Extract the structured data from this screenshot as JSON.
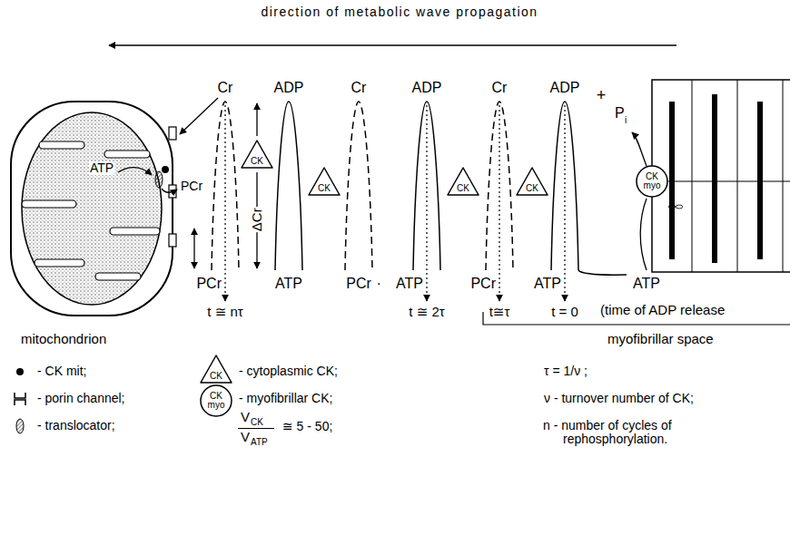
{
  "diagram": {
    "title": "direction of metabolic wave propagation",
    "nodes": [
      {
        "text": [
          "CK"
        ]
      },
      {
        "text": [
          "CK"
        ]
      },
      {
        "text": [
          "CK"
        ]
      },
      {
        "text": [
          "CK"
        ]
      },
      {
        "text": [
          "CK myo"
        ]
      },
      {
        "text": [
          "CK"
        ]
      },
      {
        "text": [
          "CK myo"
        ]
      }
    ],
    "labels": [
      "Cr",
      "ADP",
      "Cr",
      "ADP",
      "Cr",
      "ADP",
      "+",
      "P",
      "i",
      "ATP",
      "PCr",
      "ΔCr",
      "PCr",
      "ATP",
      "PCr",
      ".",
      "ATP",
      "PCr",
      "ATP",
      "ATP",
      "t ≅ nτ",
      "t ≅ 2τ",
      "t≅τ",
      "t = 0",
      "(time of ADP release",
      "mitochondrion",
      "myofibrillar space",
      "τ = 1/ν ;",
      "ν - turnover number of CK;",
      "V",
      "CK",
      "V",
      "ATP",
      "≅ 5 - 50;",
      "n - number of cycles of rephosphorylation."
    ],
    "legend": [
      {
        "text": "- CK mit;"
      },
      {
        "text": "- cytoplasmic CK;"
      },
      {
        "text": "- porin channel;"
      },
      {
        "text": "- myofibrillar CK;"
      },
      {
        "text": "- translocator;"
      }
    ]
  }
}
